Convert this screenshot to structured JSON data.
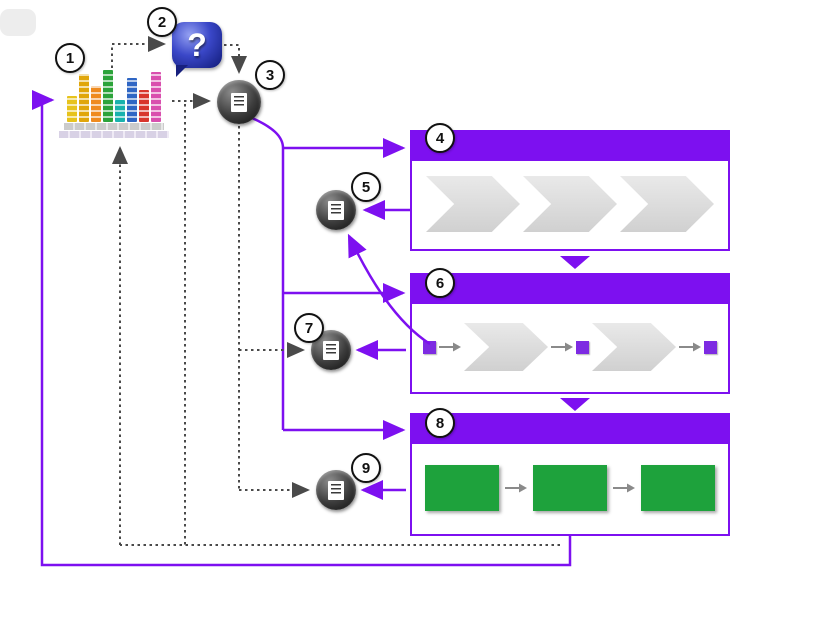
{
  "badges": [
    "1",
    "2",
    "3",
    "4",
    "5",
    "6",
    "7",
    "8",
    "9"
  ],
  "question_glyph": "?",
  "colors": {
    "purple": "#7d10f0",
    "dotted_gray": "#4a4a4a",
    "chevron_gray": "#dcdcdc",
    "green": "#1ea23c",
    "square_purple": "#7d2be2"
  },
  "icons": {
    "bar_chart": {
      "name": "bar-chart-icon",
      "bars": [
        {
          "color": "#e7c31c",
          "height": 26
        },
        {
          "color": "#e0a60b",
          "height": 48
        },
        {
          "color": "#ef8b1f",
          "height": 36
        },
        {
          "color": "#2ca33a",
          "height": 52
        },
        {
          "color": "#19b2ad",
          "height": 22
        },
        {
          "color": "#2f66c4",
          "height": 44
        },
        {
          "color": "#d8352b",
          "height": 32
        },
        {
          "color": "#d94fae",
          "height": 50
        }
      ]
    },
    "question": {
      "name": "question-bubble-icon"
    },
    "document": {
      "name": "document-icon"
    },
    "flow_arrow": {
      "name": "flow-arrow-icon"
    }
  },
  "panels": [
    {
      "badge": "4",
      "content": "chevron-flow",
      "items": 3
    },
    {
      "badge": "6",
      "content": "square-chevron-flow",
      "squares": 3,
      "chevrons": 2
    },
    {
      "badge": "8",
      "content": "green-box-flow",
      "items": 3
    }
  ]
}
